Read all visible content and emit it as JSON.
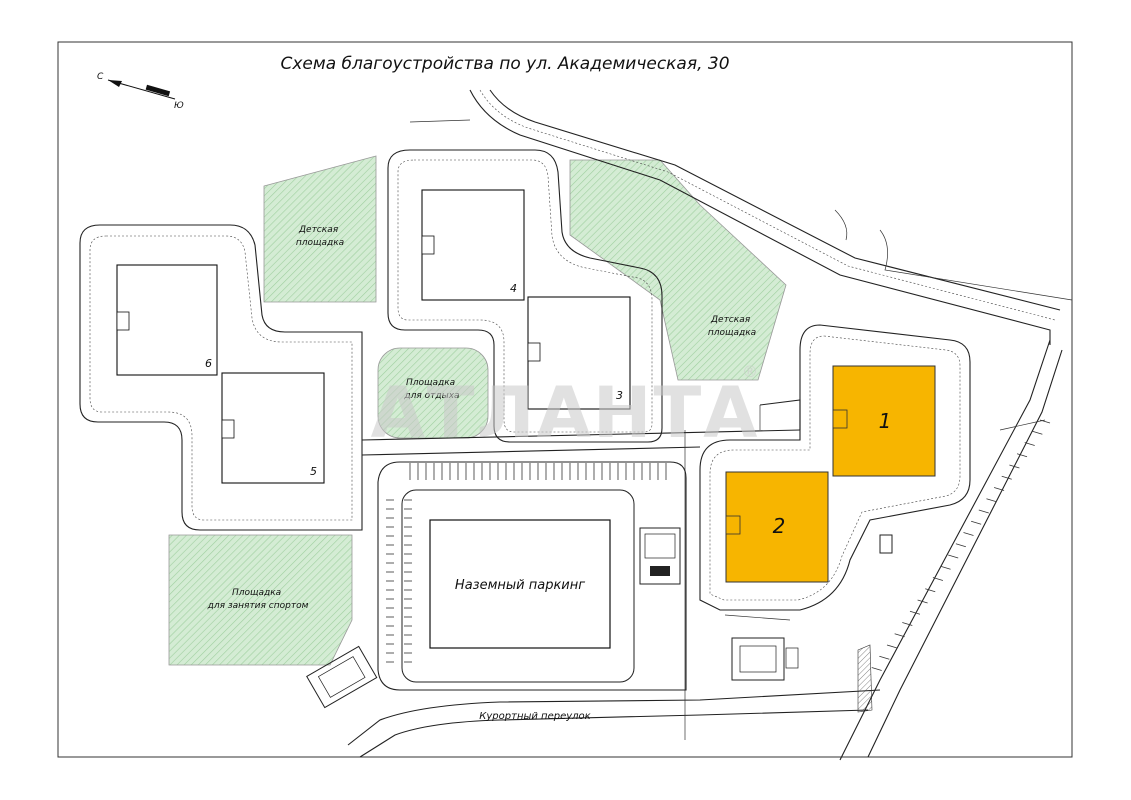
{
  "title": "Схема благоустройства по ул. Академическая, 30",
  "compass": {
    "north": "С",
    "south": "Ю",
    "icon": "north-arrow-icon"
  },
  "colors": {
    "green_zone": "#cfe8cf",
    "green_zone_pattern": "#8fc58f",
    "highlight_building": "#f7b500",
    "line": "#222222"
  },
  "buildings": [
    {
      "id": "1",
      "label": "1",
      "highlighted": true
    },
    {
      "id": "2",
      "label": "2",
      "highlighted": true
    },
    {
      "id": "3",
      "label": "3",
      "highlighted": false
    },
    {
      "id": "4",
      "label": "4",
      "highlighted": false
    },
    {
      "id": "5",
      "label": "5",
      "highlighted": false
    },
    {
      "id": "6",
      "label": "6",
      "highlighted": false
    }
  ],
  "zones": {
    "playground_west": [
      "Детская",
      "площадка"
    ],
    "playground_east": [
      "Детская",
      "площадка"
    ],
    "rest_area": [
      "Площадка",
      "для отдыха"
    ],
    "sports_ground": [
      "Площадка",
      "для занятия спортом"
    ]
  },
  "parking_label": "Наземный паркинг",
  "street_label": "Курортный переулок",
  "watermark": {
    "text": "АТЛАНТА",
    "mark": "®"
  }
}
